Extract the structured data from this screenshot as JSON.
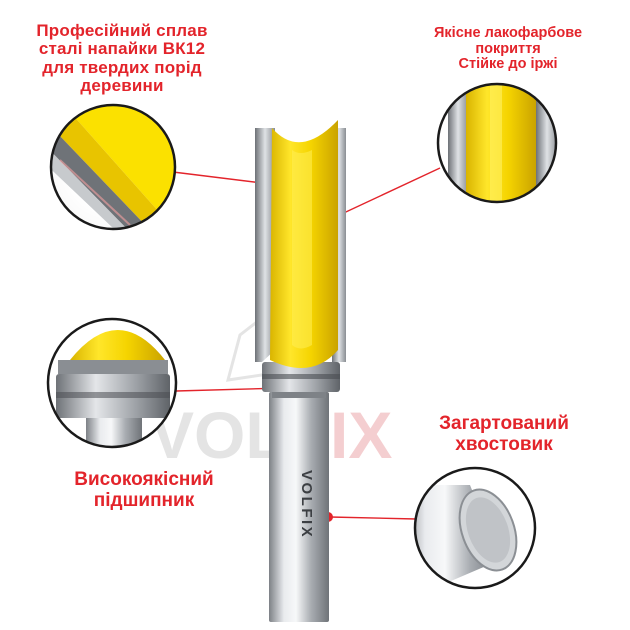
{
  "labels": {
    "carbide": {
      "lines": [
        "Професійний сплав",
        "сталі напайки ВК12",
        "для твердих порід",
        "деревини"
      ]
    },
    "coating": {
      "lines": [
        "Якісне лакофарбове",
        "покриття",
        "Стійке до іржі"
      ]
    },
    "bearing": {
      "lines": [
        "Високоякісний",
        "підшипник"
      ]
    },
    "shank": {
      "lines": [
        "Загартований",
        "хвостовик"
      ]
    }
  },
  "watermark": {
    "part1": "VOL",
    "part2": "F",
    "part3": "IX"
  },
  "shank_brand": "VOLFIX",
  "colors": {
    "accent_red": "#e3242b",
    "tool_yellow": "#f4d800",
    "steel": "#b9bcc0",
    "watermark_gray": "#cfcfcf",
    "watermark_pink": "#f2c3c5"
  }
}
